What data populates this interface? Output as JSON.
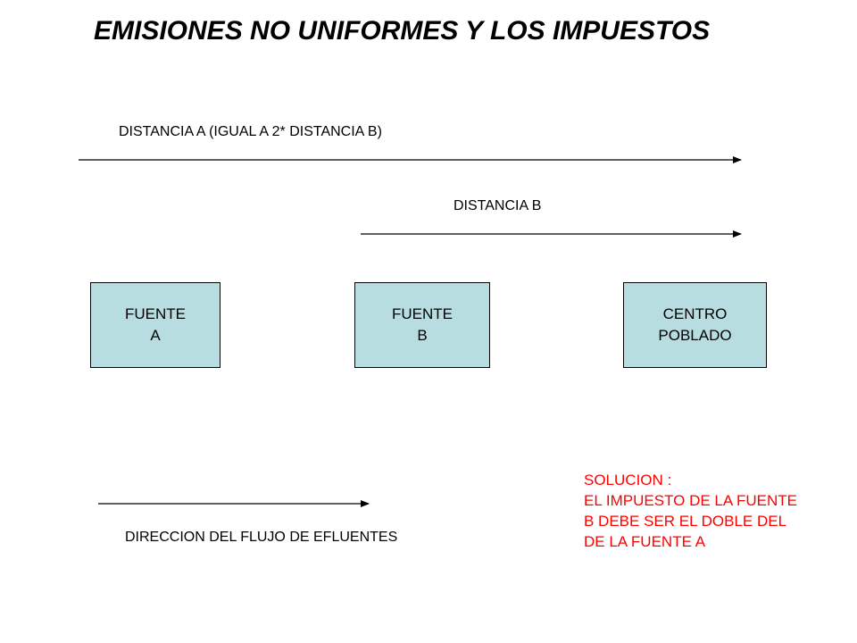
{
  "title": "EMISIONES NO UNIFORMES  Y LOS IMPUESTOS",
  "distance_a_label": "DISTANCIA A (IGUAL A 2* DISTANCIA B)",
  "distance_b_label": "DISTANCIA B",
  "flow_direction_label": "DIRECCION DEL FLUJO DE EFLUENTES",
  "boxes": {
    "source_a": {
      "line1": "FUENTE",
      "line2": "A"
    },
    "source_b": {
      "line1": "FUENTE",
      "line2": "B"
    },
    "town": {
      "line1": "CENTRO",
      "line2": "POBLADO"
    }
  },
  "solution": {
    "lines": [
      "SOLUCION :",
      "EL IMPUESTO DE LA FUENTE",
      "B DEBE SER EL DOBLE DEL",
      "DE LA FUENTE A"
    ],
    "color": "#ff0000"
  },
  "box_color": "#b7dde1"
}
